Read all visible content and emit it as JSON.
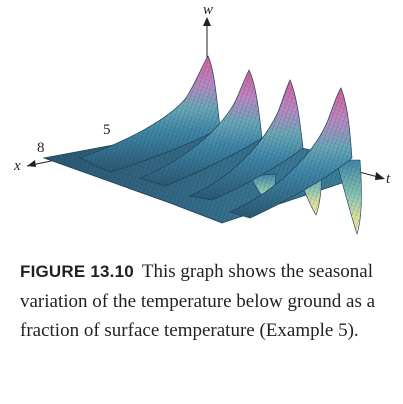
{
  "figure": {
    "axes": {
      "w": "w",
      "x": "x",
      "t": "t"
    },
    "ticks": [
      "8",
      "5"
    ],
    "surface_colors": [
      "#2c5872",
      "#3f86a8",
      "#8fc8b4",
      "#e6e39c",
      "#b98ac4",
      "#d7609a"
    ]
  },
  "caption": {
    "label": "FIGURE 13.10",
    "text": "This graph shows the seasonal variation of the temperature below ground as a fraction of surface temperature (Example 5)."
  }
}
